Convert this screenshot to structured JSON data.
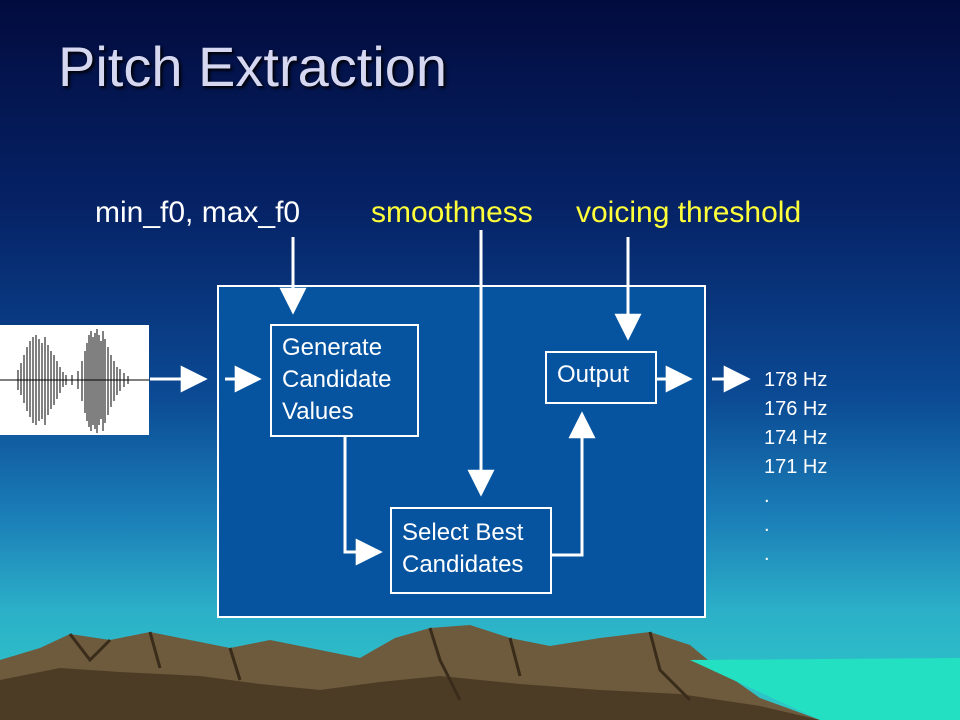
{
  "title": "Pitch Extraction",
  "params": {
    "f0_range": "min_f0, max_f0",
    "smoothness": "smoothness",
    "voicing": "voicing threshold"
  },
  "boxes": {
    "generate": [
      "Generate",
      "Candidate",
      "Values"
    ],
    "select": [
      "Select Best",
      "Candidates"
    ],
    "output": "Output"
  },
  "outputs": [
    "178 Hz",
    "176 Hz",
    "174 Hz",
    "171 Hz",
    ".",
    ".",
    "."
  ],
  "colors": {
    "panel": "#0654a0",
    "highlight": "#ffff3a",
    "text": "#ffffff"
  }
}
